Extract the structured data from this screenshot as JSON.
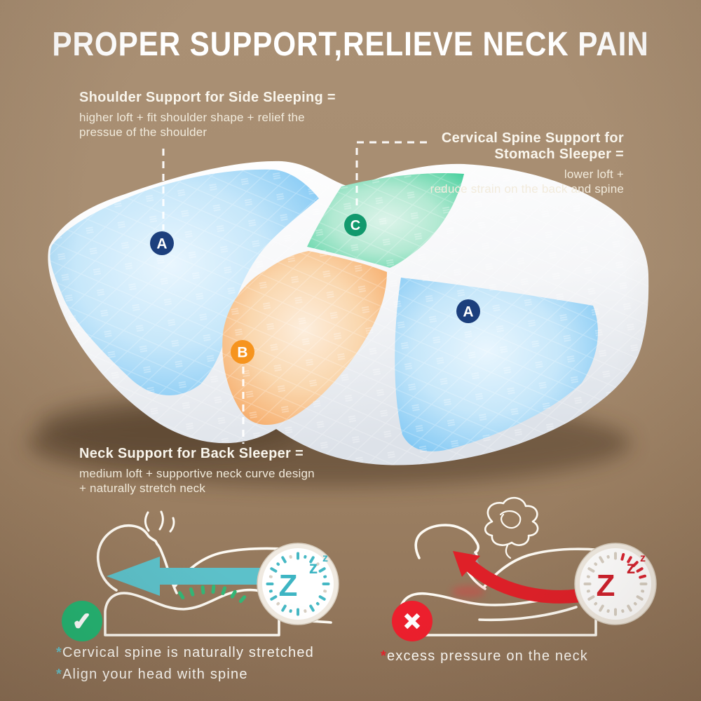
{
  "title": "PROPER SUPPORT,RELIEVE NECK PAIN",
  "callouts": {
    "shoulder": {
      "heading": "Shoulder Support for Side Sleeping =",
      "body_line1": "higher loft + fit shoulder shape + relief the",
      "body_line2": "pressue of the shoulder"
    },
    "cervical": {
      "heading_line1": "Cervical Spine Support for",
      "heading_line2": "Stomach Sleeper =",
      "body_line1": "lower loft +",
      "body_line2": "reduce strain on the back and spine"
    },
    "neck": {
      "heading": "Neck Support for Back Sleeper =",
      "body_line1": "medium loft + supportive neck curve design",
      "body_line2": "+ naturally stretch neck"
    }
  },
  "zone_badges": {
    "left_a": "A",
    "right_a": "A",
    "center_b": "B",
    "top_c": "C"
  },
  "sleep_icons": {
    "z_large": "Z",
    "z_mid": "z",
    "z_small": "z"
  },
  "verdict_icons": {
    "check": "✓",
    "cross": "✕"
  },
  "footnotes": {
    "asterisk": "*",
    "good_line1": "Cervical spine is naturally stretched",
    "good_line2": "Align your head with spine",
    "bad_line1": "excess pressure on the neck"
  },
  "colors": {
    "background_top": "#aa9074",
    "background_bottom": "#8c7056",
    "title_text": "#ffffff",
    "body_text": "#f2ebdc",
    "zone_blue": "#6fc0f2",
    "zone_orange": "#f49d52",
    "zone_green": "#3fcf9c",
    "badge_navy": "#1c3f7d",
    "badge_orange": "#f6941e",
    "badge_green": "#12996d",
    "arrow_teal": "#5cc1ca",
    "arrow_red": "#df2028",
    "check_green": "#22b573",
    "cross_red": "#ee1f2d",
    "clock_tick_teal": "#45b8c4",
    "clock_tick_muted": "#d7cfc3",
    "clock_tick_red": "#d92331",
    "clock_z_teal": "#3eb5c3",
    "clock_z_red": "#cf1f2b"
  }
}
